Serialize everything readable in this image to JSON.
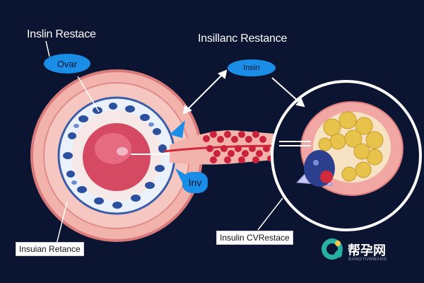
{
  "labels": {
    "top_left_title": "Inslin Restace",
    "top_center_title": "Insillanc Restance",
    "bubble_left": "Ovar",
    "bubble_center": "Insin",
    "bubble_small": "Inv",
    "box_bottom_left": "Insuian Retance",
    "box_bottom_right": "Insulin CVRestace"
  },
  "watermark": {
    "name": "帮孕网",
    "subtitle": "BANGYUNWANG"
  },
  "colors": {
    "background": "#0b1430",
    "bubble_blue": "#1a8ee6",
    "tissue_pink": "#f1a8a5",
    "cell_blue": "#2c4f9e",
    "fat_yellow": "#e7c34c"
  }
}
